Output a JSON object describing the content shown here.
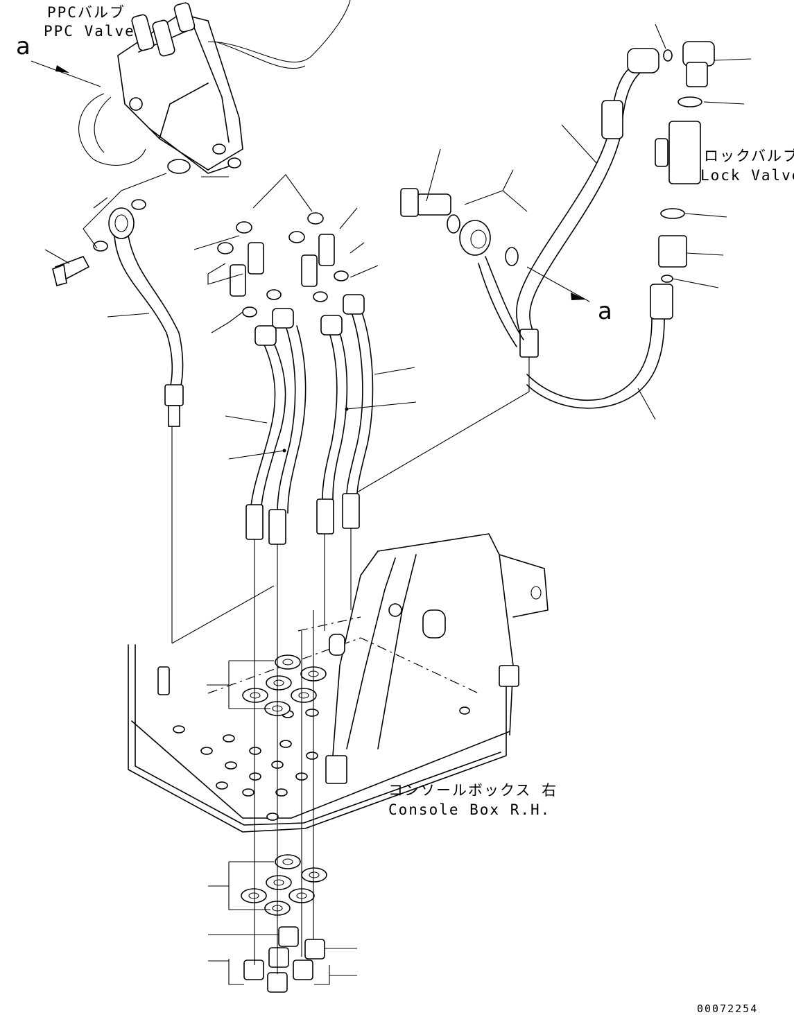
{
  "labels": {
    "ppc_valve_jp": "PPCバルブ",
    "ppc_valve_en": "PPC Valve",
    "lock_valve_jp": "ロックバルブ",
    "lock_valve_en": "Lock Valve",
    "console_jp": "コンソールボックス 右",
    "console_en": "Console Box R.H.",
    "view_a_top": "a",
    "view_a_mid": "a",
    "drawing_number": "00072254"
  }
}
